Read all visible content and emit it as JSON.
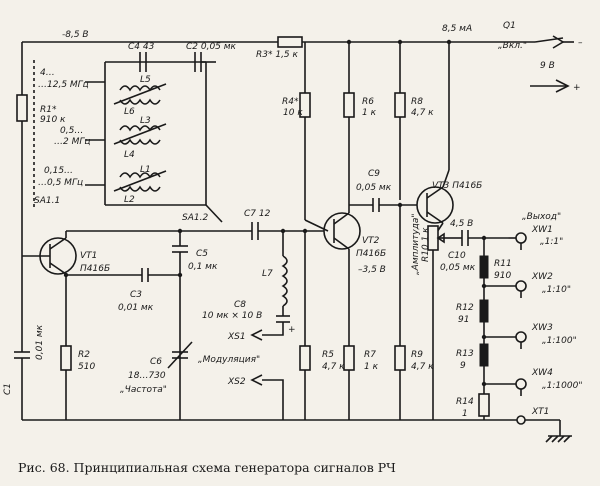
{
  "supply": {
    "neg": "-8,5 В",
    "current": "8,5 мА",
    "switch": "Q1",
    "vkl": "„Вкл.\"",
    "batt": "9 В",
    "minus": "–",
    "plus": "+"
  },
  "band": {
    "b1": "4…",
    "b1b": "…12,5 МГц",
    "b2": "0,5…",
    "b2b": "…2 МГц",
    "b3": "0,15…",
    "b3b": "…0,5 МГц",
    "sa1_1": "SA1.1",
    "sa1_2": "SA1.2"
  },
  "comp": {
    "c4": "С4 43",
    "c2": "С2 0,05 мк",
    "r3": "R3* 1,5 к",
    "l5": "L5",
    "l6": "L6",
    "l3": "L3",
    "l4": "L4",
    "l1": "L1",
    "l2": "L2",
    "r1": "R1*",
    "r1v": "910 к",
    "r4": "R4*",
    "r4v": "10 к",
    "r6": "R6",
    "r6v": "1 к",
    "r8": "R8",
    "r8v": "4,7 к",
    "c9": "С9",
    "c9v": "0,05 мк",
    "c7": "С7 12",
    "vt1": "VТ1",
    "vt1t": "П416Б",
    "vt2": "VТ2",
    "vt2t": "П416Б",
    "vt2v": "–3,5 В",
    "vt3": "VТ3 П416Б",
    "vt3v": "4,5 В",
    "c5": "С5",
    "c5v": "0,1 мк",
    "c3": "С3",
    "c3v": "0,01 мк",
    "l7": "L7",
    "c8": "С8",
    "c8v": "10 мк × 10 В",
    "xs1": "XS1",
    "mod": "„Модуляция\"",
    "xs2": "XS2",
    "c6": "С6",
    "c6v": "18…730",
    "freq": "„Частота\"",
    "c1": "С1",
    "c1v": "0,01 мк",
    "r2": "R2",
    "r2v": "510",
    "r5": "R5",
    "r5v": "4,7 к",
    "r7": "R7",
    "r7v": "1 к",
    "r9": "R9",
    "r9v": "4,7 к",
    "r10": "„Амплитуда\"",
    "r10v": "R10 1 к",
    "c10": "С10",
    "c10v": "0,05 мк",
    "r11": "R11",
    "r11v": "910",
    "r12": "R12",
    "r12v": "91",
    "r13": "R13",
    "r13v": "9",
    "r14": "R14",
    "r14v": "1",
    "out": "„Выход\"",
    "xw1": "XW1",
    "xw1r": "„1:1\"",
    "xw2": "XW2",
    "xw2r": "„1:10\"",
    "xw3": "XW3",
    "xw3r": "„1:100\"",
    "xw4": "XW4",
    "xw4r": "„1:1000\"",
    "xt1": "XT1"
  },
  "caption": "Рис. 68. Принципиальная схема генератора сигналов РЧ"
}
